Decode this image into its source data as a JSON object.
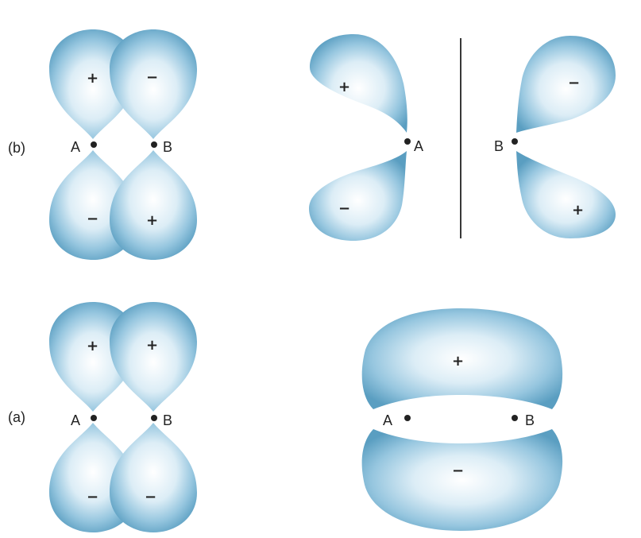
{
  "colors": {
    "lobe_edge": "#5a9ec1",
    "lobe_mid": "#8ec4df",
    "lobe_center": "#ffffff",
    "ink": "#222222"
  },
  "panel_b": {
    "label": "(b)",
    "atom_a": "A",
    "atom_b": "B",
    "separate": {
      "signs": {
        "left_top": "+",
        "left_bottom": "−",
        "right_top": "−",
        "right_bottom": "+"
      }
    },
    "combined": {
      "signs": {
        "left_top": "+",
        "left_bottom": "−",
        "right_top": "−",
        "right_bottom": "+"
      }
    }
  },
  "panel_a": {
    "label": "(a)",
    "atom_a": "A",
    "atom_b": "B",
    "separate": {
      "signs": {
        "left_top": "+",
        "left_bottom": "−",
        "right_top": "+",
        "right_bottom": "−"
      }
    },
    "combined": {
      "signs": {
        "top": "+",
        "bottom": "−"
      }
    }
  }
}
